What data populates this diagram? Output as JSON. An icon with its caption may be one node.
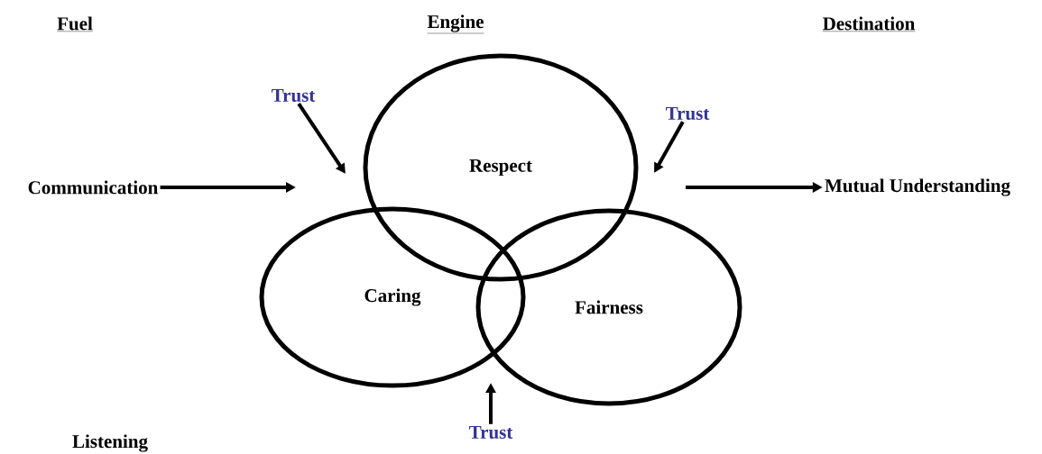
{
  "diagram": {
    "nodes": [
      {
        "text": [
          "Communication"
        ]
      },
      {
        "text": [
          "Respect"
        ]
      },
      {
        "text": [
          "Caring"
        ]
      },
      {
        "text": [
          "Fairness"
        ]
      },
      {
        "text": [
          "Mutual Understanding"
        ]
      },
      {
        "text": [
          "Trust"
        ]
      },
      {
        "text": [
          "Trust"
        ]
      },
      {
        "text": [
          "Trust"
        ]
      }
    ],
    "edges": [
      {
        "from": 0,
        "to": null,
        "arrow": "to"
      },
      {
        "from": 5,
        "to": null,
        "arrow": "to"
      },
      {
        "from": 6,
        "to": null,
        "arrow": "to"
      },
      {
        "from": null,
        "to": 4,
        "arrow": "to"
      },
      {
        "from": 7,
        "to": null,
        "arrow": "to"
      }
    ],
    "labels": [
      "Fuel",
      "Engine",
      "Destination",
      "Listening"
    ]
  }
}
